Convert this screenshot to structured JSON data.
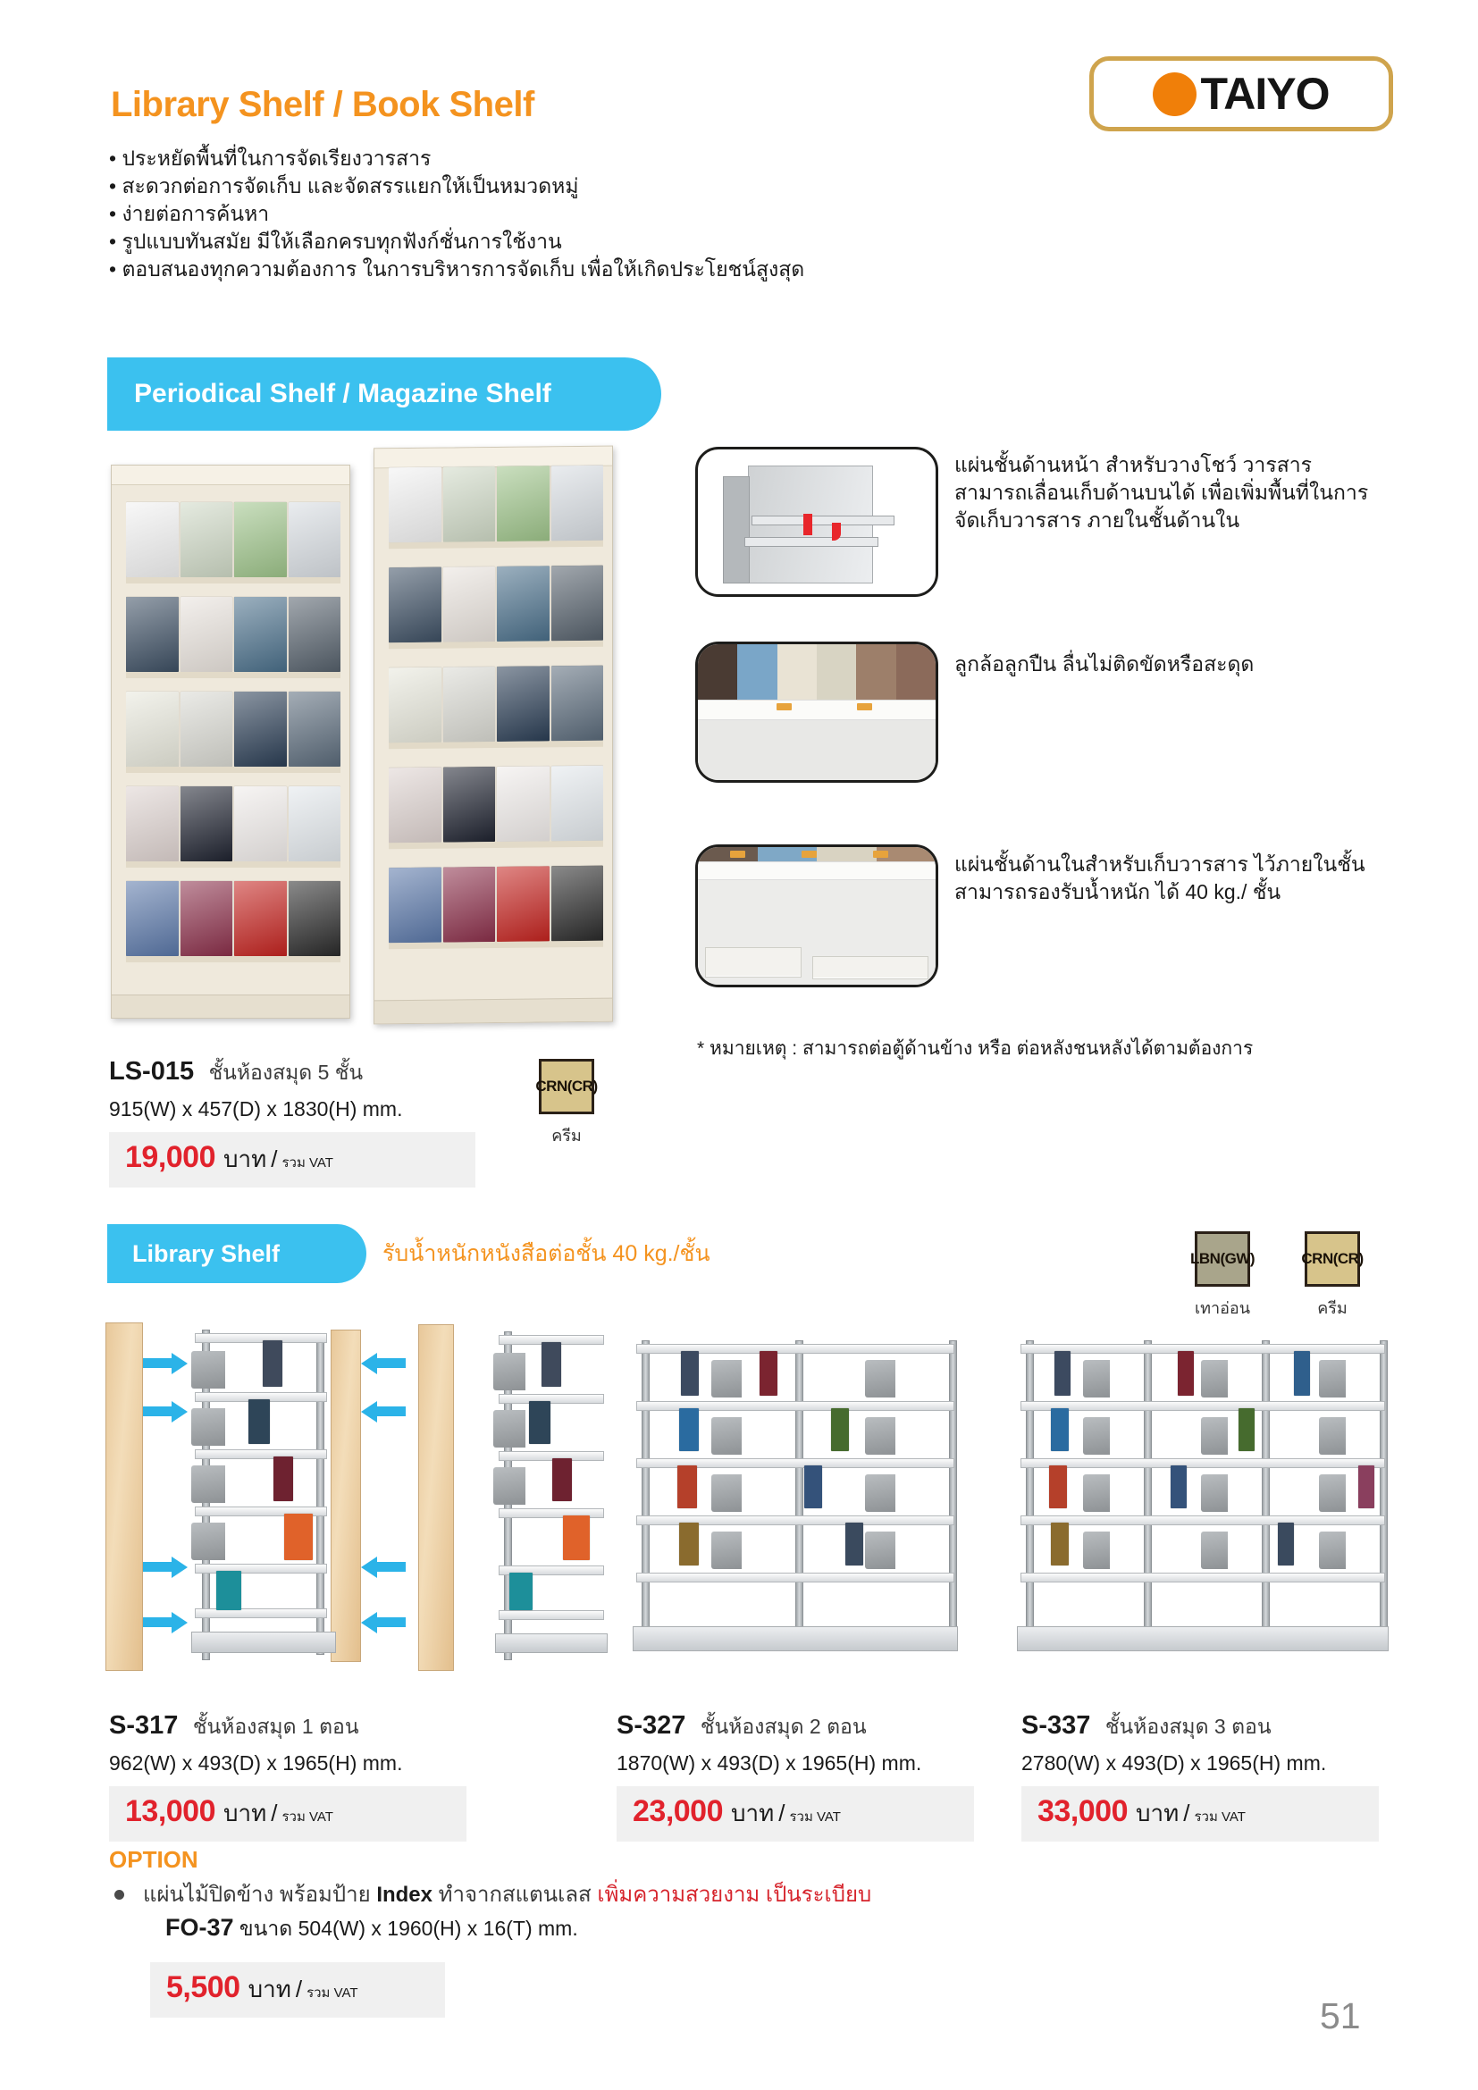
{
  "header": {
    "title": "Library Shelf / Book Shelf",
    "bullets": [
      "• ประหยัดพื้นที่ในการจัดเรียงวารสาร",
      "• สะดวกต่อการจัดเก็บ และจัดสรรแยกให้เป็นหมวดหมู่",
      "• ง่ายต่อการค้นหา",
      "• รูปแบบทันสมัย มีให้เลือกครบทุกฟังก์ชั่นการใช้งาน",
      "• ตอบสนองทุกความต้องการ ในการบริหารการจัดเก็บ เพื่อให้เกิดประโยชน์สูงสุด"
    ],
    "logo": {
      "text": "TAIYO",
      "dot_color": "#f07f09",
      "border_color": "#cfa44d"
    }
  },
  "section_periodical": {
    "banner_label": "Periodical Shelf / Magazine Shelf",
    "banner_color": "#3bc1ef",
    "features": [
      "แผ่นชั้นด้านหน้า สำหรับวางโชว์ วารสารสามารถเลื่อนเก็บด้านบนได้ เพื่อเพิ่มพื้นที่ในการจัดเก็บวารสาร ภายในชั้นด้านใน",
      "ลูกล้อลูกปืน ลื่นไม่ติดขัดหรือสะดุด",
      "แผ่นชั้นด้านในสำหรับเก็บวารสาร ไว้ภายในชั้นสามารถรองรับน้ำหนัก ได้ 40 kg./ ชั้น"
    ],
    "footnote": "* หมายเหตุ : สามารถต่อตู้ด้านข้าง หรือ ต่อหลังชนหลังได้ตามต้องการ",
    "product": {
      "code": "LS-015",
      "desc": "ชั้นห้องสมุด 5 ชั้น",
      "dimensions": "915(W) x 457(D) x 1830(H) mm.",
      "price": "19,000",
      "currency": "บาท",
      "slash": "/",
      "vat": "รวม VAT"
    },
    "swatch": {
      "code": "CRN",
      "variant": "(CR)",
      "label": "ครีม",
      "color": "#d7c48b"
    }
  },
  "section_library": {
    "banner_label": "Library Shelf",
    "banner_note": "รับน้ำหนักหนังสือต่อชั้น 40 kg./ชั้น",
    "swatches": [
      {
        "code": "LBN",
        "variant": "(GW)",
        "label": "เทาอ่อน",
        "color": "#a9a58b"
      },
      {
        "code": "CRN",
        "variant": "(CR)",
        "label": "ครีม",
        "color": "#d7c48b"
      }
    ],
    "products": [
      {
        "code": "S-317",
        "desc": "ชั้นห้องสมุด 1 ตอน",
        "dimensions": "962(W) x 493(D) x 1965(H) mm.",
        "price": "13,000",
        "currency": "บาท",
        "slash": "/",
        "vat": "รวม VAT"
      },
      {
        "code": "S-327",
        "desc": "ชั้นห้องสมุด 2 ตอน",
        "dimensions": "1870(W) x 493(D) x 1965(H) mm.",
        "price": "23,000",
        "currency": "บาท",
        "slash": "/",
        "vat": "รวม VAT"
      },
      {
        "code": "S-337",
        "desc": "ชั้นห้องสมุด 3 ตอน",
        "dimensions": "2780(W) x 493(D) x 1965(H) mm.",
        "price": "33,000",
        "currency": "บาท",
        "slash": "/",
        "vat": "รวม VAT"
      }
    ]
  },
  "option": {
    "title": "OPTION",
    "line_pre": "แผ่นไม้ปิดข้าง พร้อมป้าย ",
    "line_index": "Index",
    "line_mid": " ทำจากสแตนเลส ",
    "line_em": "เพิ่มความสวยงาม เป็นระเบียบ",
    "code": "FO-37",
    "size_label": "ขนาด",
    "dimensions": "504(W) x 1960(H) x 16(T) mm.",
    "price": "5,500",
    "currency": "บาท",
    "slash": "/",
    "vat": "รวม VAT"
  },
  "page_number": "51"
}
